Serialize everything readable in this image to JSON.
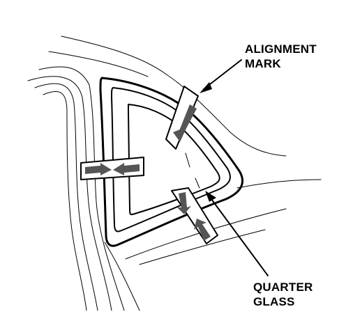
{
  "diagram": {
    "colors": {
      "ink": "#000000",
      "paper": "#ffffff",
      "marker_fill": "#555555"
    },
    "labels": {
      "alignment_mark": {
        "line1": "ALIGNMENT",
        "line2": "MARK"
      },
      "quarter_glass": {
        "line1": "QUARTER",
        "line2": "GLASS"
      }
    }
  }
}
